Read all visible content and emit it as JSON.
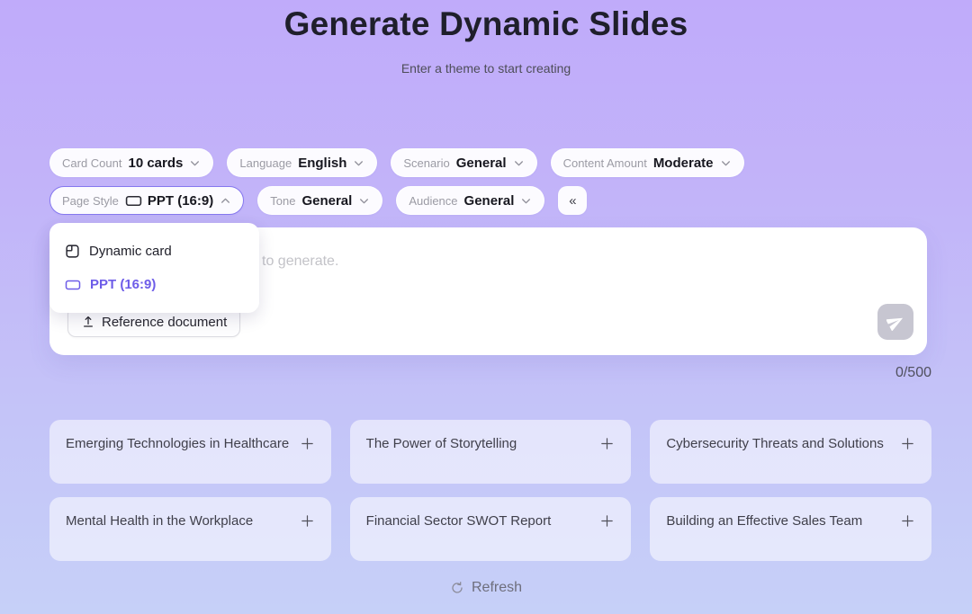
{
  "page": {
    "title": "Generate Dynamic Slides",
    "subtitle": "Enter a theme to start creating"
  },
  "filters": {
    "row1": [
      {
        "label": "Card Count",
        "value": "10 cards"
      },
      {
        "label": "Language",
        "value": "English"
      },
      {
        "label": "Scenario",
        "value": "General"
      },
      {
        "label": "Content Amount",
        "value": "Moderate"
      }
    ],
    "row2": [
      {
        "label": "Page Style",
        "value": "PPT (16:9)"
      },
      {
        "label": "Tone",
        "value": "General"
      },
      {
        "label": "Audience",
        "value": "General"
      }
    ],
    "collapse_label": "«"
  },
  "page_style_dropdown": {
    "options": [
      {
        "label": "Dynamic card",
        "selected": false
      },
      {
        "label": "PPT (16:9)",
        "selected": true
      }
    ]
  },
  "composer": {
    "value": "",
    "placeholder_visible": "to generate.",
    "reference_button_label": "Reference document",
    "char_count": "0/500"
  },
  "suggestions": [
    "Emerging Technologies in Healthcare",
    "The Power of Storytelling",
    "Cybersecurity Threats and Solutions",
    "Mental Health in the Workplace",
    "Financial Sector SWOT Report",
    "Building an Effective Sales Team"
  ],
  "refresh_label": "Refresh",
  "colors": {
    "accent_purple": "#6d5ce8",
    "active_chip_border": "#8678ef",
    "background_top": "#c0abfa",
    "background_bottom": "#c6d0f8",
    "send_button_bg": "#c7c6d1"
  }
}
